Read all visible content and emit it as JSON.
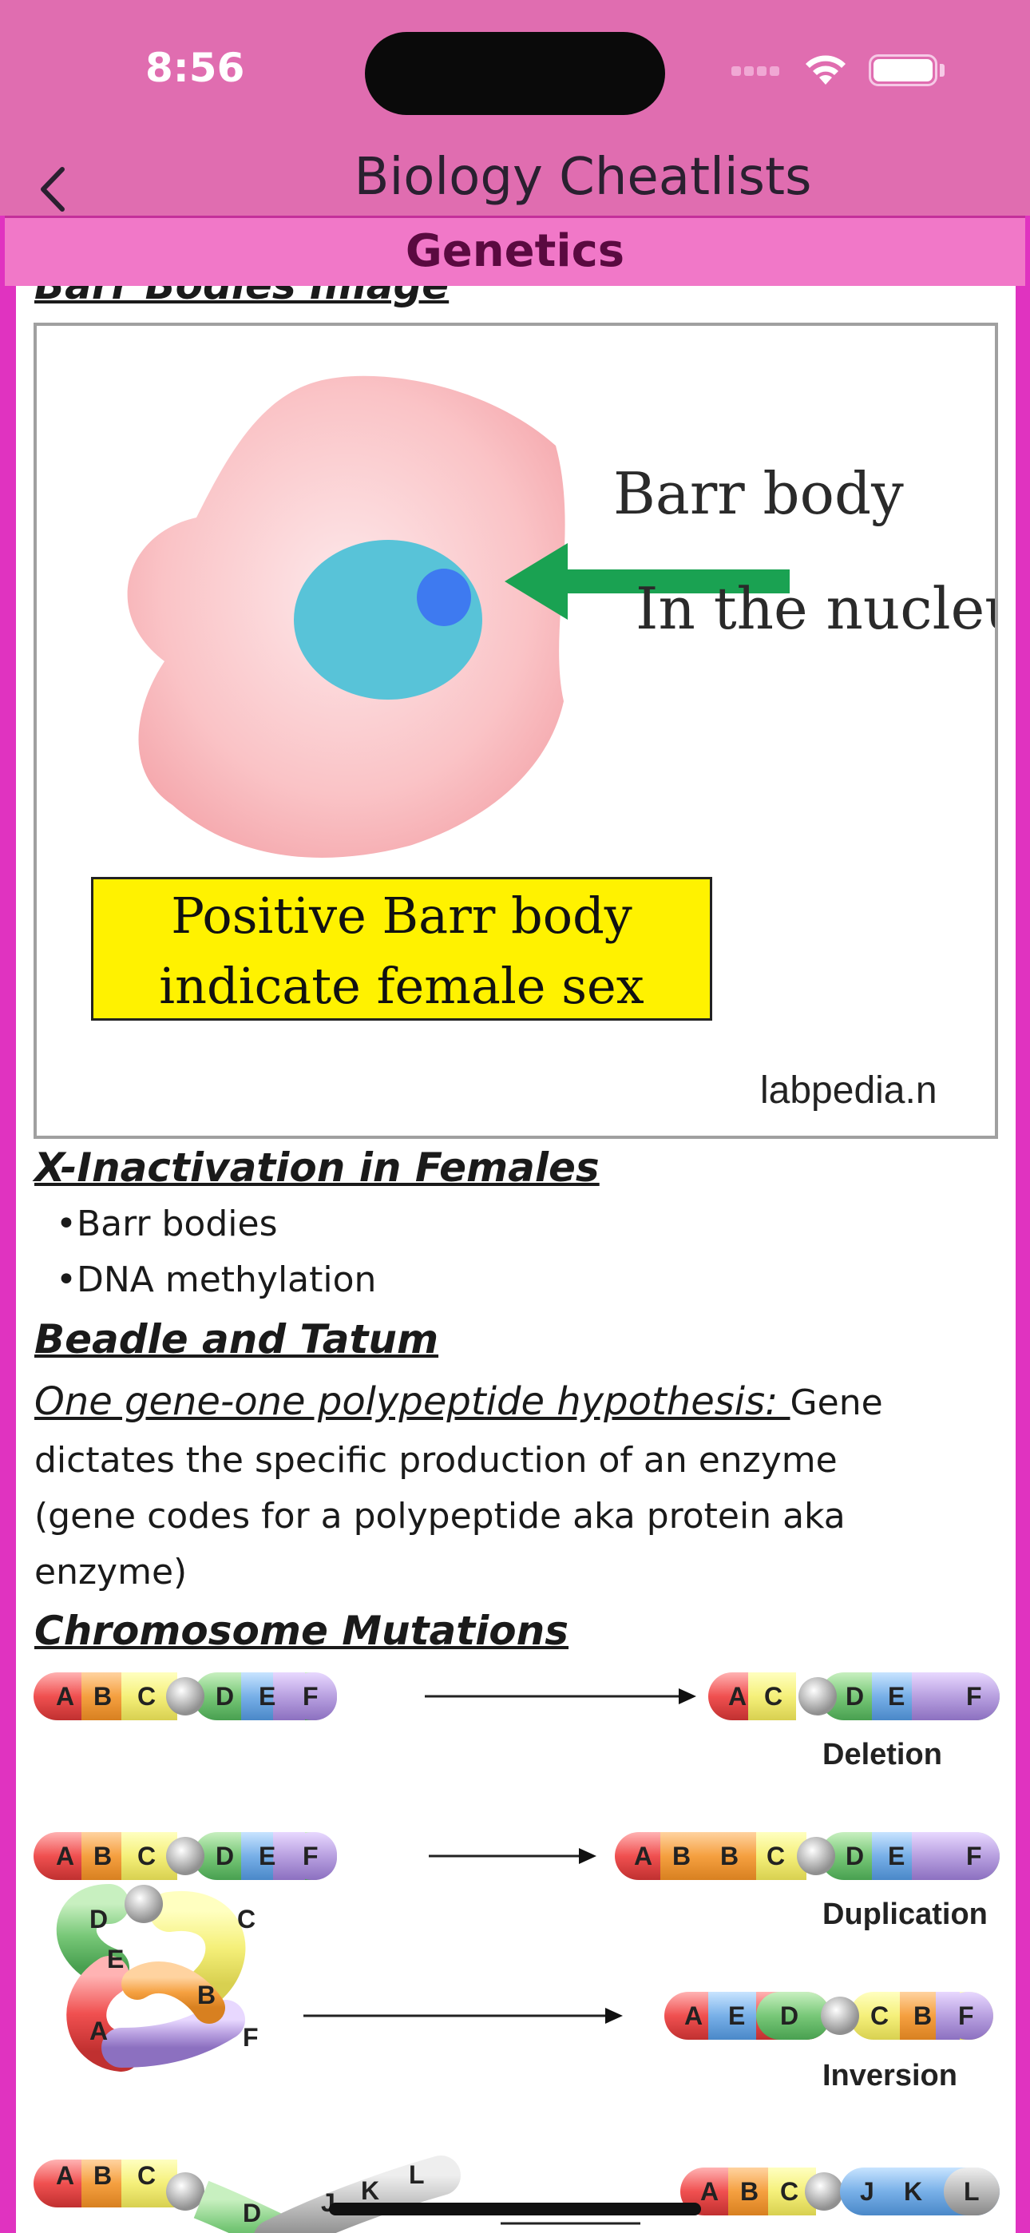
{
  "status": {
    "time": "8:56"
  },
  "nav": {
    "title": "Biology Cheatlists",
    "back_label": ""
  },
  "section": {
    "title": "Genetics"
  },
  "content": {
    "barr_heading": "Barr Bodies Image",
    "barr_image": {
      "label_barr": "Barr body",
      "label_nucleus": "In the nucleus",
      "box_line1": "Positive Barr body",
      "box_line2": "indicate female sex",
      "watermark": "labpedia.n"
    },
    "xinact_heading": "X-Inactivation in Females",
    "xinact_items": [
      "•Barr bodies",
      "•DNA methylation"
    ],
    "beadle_heading": "Beadle and Tatum",
    "beadle_term": "One gene-one polypeptide hypothesis: ",
    "beadle_line1": "Gene",
    "beadle_line2": "dictates the specific production of an enzyme",
    "beadle_line3": "(gene codes for a polypeptide aka protein aka",
    "beadle_line4": "enzyme)",
    "mutation_heading": "Chromosome Mutations",
    "mutations": {
      "deletion": "Deletion",
      "duplication": "Duplication",
      "inversion": "Inversion"
    }
  },
  "colors": {
    "status_bg": "#e06db0",
    "subbar_bg": "#f178c8",
    "frame": "#e033c0"
  },
  "icons": {
    "back": "chevron-left-icon",
    "wifi": "wifi-icon",
    "battery": "battery-icon"
  }
}
